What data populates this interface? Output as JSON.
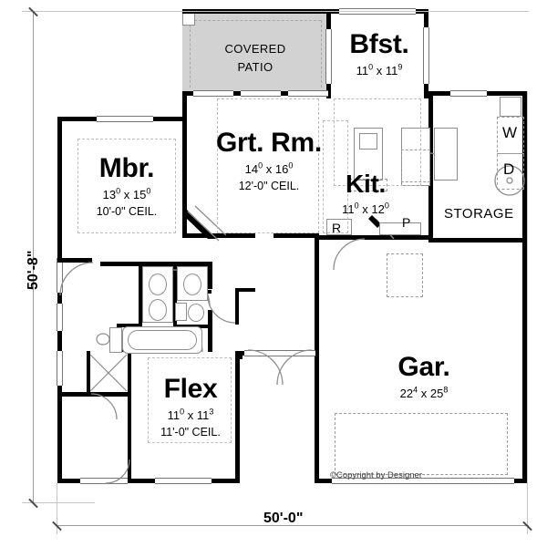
{
  "drawing": {
    "type": "residential-floor-plan",
    "copyright": "©Copyright by Designer"
  },
  "dimensions": {
    "left_label": "50'-8\"",
    "bottom_label": "50'-0\""
  },
  "rooms": [
    {
      "key": "covered_patio",
      "name_line1": "COVERED",
      "name_line2": "PATIO"
    },
    {
      "key": "bfst",
      "name": "Bfst.",
      "dim_a": "11",
      "dim_a_sup": "0",
      "dim_x": "x",
      "dim_b": "11",
      "dim_b_sup": "9"
    },
    {
      "key": "grt_rm",
      "name": "Grt. Rm.",
      "dim_a": "14",
      "dim_a_sup": "0",
      "dim_x": "x",
      "dim_b": "16",
      "dim_b_sup": "0",
      "ceiling": "12'-0\" CEIL."
    },
    {
      "key": "mbr",
      "name": "Mbr.",
      "dim_a": "13",
      "dim_a_sup": "0",
      "dim_x": "x",
      "dim_b": "15",
      "dim_b_sup": "0",
      "ceiling": "10'-0\" CEIL."
    },
    {
      "key": "kit",
      "name": "Kit.",
      "dim_a": "11",
      "dim_a_sup": "0",
      "dim_x": "x",
      "dim_b": "12",
      "dim_b_sup": "0"
    },
    {
      "key": "gar",
      "name": "Gar.",
      "dim_a": "22",
      "dim_a_sup": "4",
      "dim_x": "x",
      "dim_b": "25",
      "dim_b_sup": "8"
    },
    {
      "key": "flex",
      "name": "Flex",
      "dim_a": "11",
      "dim_a_sup": "0",
      "dim_x": "x",
      "dim_b": "11",
      "dim_b_sup": "3",
      "ceiling": "11'-0\" CEIL."
    },
    {
      "key": "storage",
      "name": "STORAGE"
    }
  ],
  "appliance_labels": {
    "washer": "W",
    "dryer": "D",
    "refrigerator": "R",
    "pantry": "P"
  }
}
